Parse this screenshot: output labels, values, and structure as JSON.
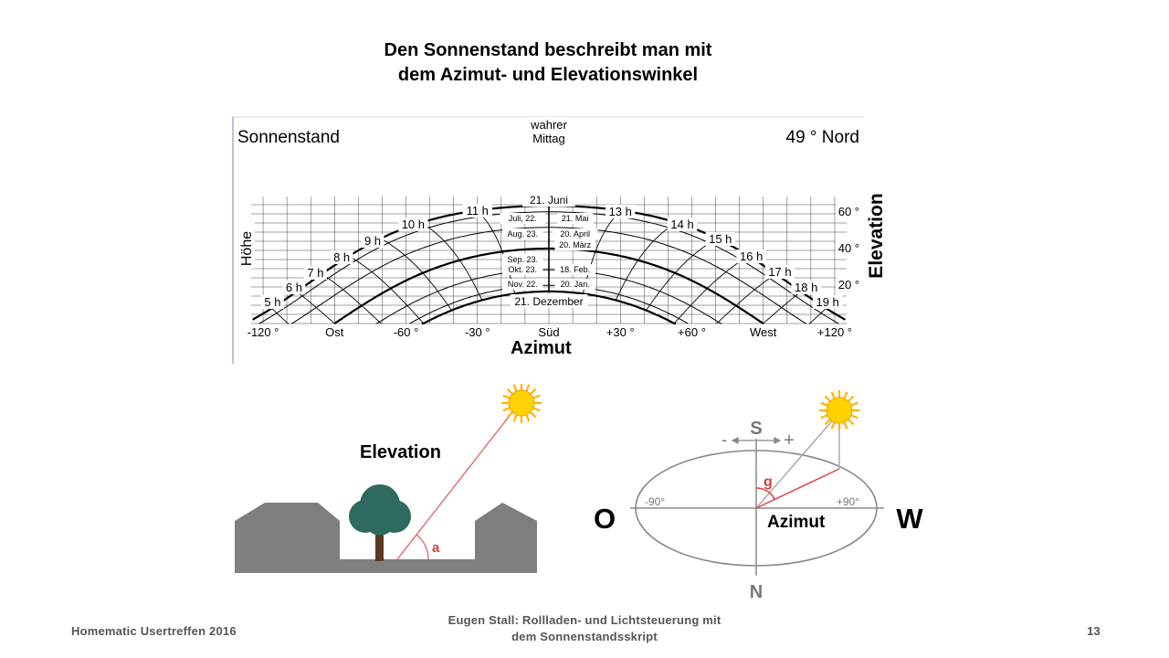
{
  "title": {
    "line1": "Den Sonnenstand beschreibt man mit",
    "line2": "dem Azimut- und Elevationswinkel"
  },
  "sunpath": {
    "heading": "Sonnenstand",
    "latitude": "49 ° Nord",
    "noon_line1": "wahrer",
    "noon_line2": "Mittag",
    "y_label": "Höhe",
    "elevation_label": "Elevation",
    "azimuth_label": "Azimut",
    "x_ticks": [
      {
        "az": -120,
        "label": "-120 °"
      },
      {
        "az": -90,
        "label": "Ost"
      },
      {
        "az": -60,
        "label": "-60 °"
      },
      {
        "az": -30,
        "label": "-30 °"
      },
      {
        "az": 0,
        "label": "Süd"
      },
      {
        "az": 30,
        "label": "+30 °"
      },
      {
        "az": 60,
        "label": "+60 °"
      },
      {
        "az": 90,
        "label": "West"
      },
      {
        "az": 120,
        "label": "+120 °"
      }
    ],
    "y_ticks": [
      {
        "el": 20,
        "label": "20 °"
      },
      {
        "el": 40,
        "label": "40 °"
      },
      {
        "el": 60,
        "label": "60 °"
      }
    ],
    "curves": [
      {
        "decl": 23.44,
        "label": "21. Juni",
        "bold": true
      },
      {
        "decl": 20.1,
        "label": "Juli, 22. | 21. Mai",
        "bold": false
      },
      {
        "decl": 11.6,
        "label": "Aug. 23. | 20. April",
        "bold": false
      },
      {
        "decl": 0,
        "label": "20. März",
        "bold": true
      },
      {
        "decl": -11.6,
        "label": "Sep. 23. | Okt. 23. | 18. Feb.",
        "bold": false
      },
      {
        "decl": -20.1,
        "label": "Nov. 22. | 20. Jan.",
        "bold": false
      },
      {
        "decl": -23.44,
        "label": "21. Dezember",
        "bold": true
      }
    ],
    "curve_labels": [
      {
        "text": "21. Juni",
        "az": 0,
        "el": 66,
        "size": 12
      },
      {
        "text": "Juli, 22.",
        "az": -11,
        "el": 56.5,
        "size": 9
      },
      {
        "text": "21. Mai",
        "az": 11,
        "el": 56.5,
        "size": 9
      },
      {
        "text": "Aug. 23.",
        "az": -11,
        "el": 48,
        "size": 9
      },
      {
        "text": "20. April",
        "az": 11,
        "el": 48,
        "size": 9
      },
      {
        "text": "20. März",
        "az": 11,
        "el": 42,
        "size": 9
      },
      {
        "text": "Sep. 23.",
        "az": -11,
        "el": 34,
        "size": 9
      },
      {
        "text": "Okt. 23.",
        "az": -11,
        "el": 28.5,
        "size": 9
      },
      {
        "text": "18. Feb.",
        "az": 11,
        "el": 28.5,
        "size": 9
      },
      {
        "text": "Nov. 22.",
        "az": -11,
        "el": 20.5,
        "size": 9
      },
      {
        "text": "20. Jan.",
        "az": 11,
        "el": 20.5,
        "size": 9
      },
      {
        "text": "21. Dezember",
        "az": 0,
        "el": 10.5,
        "size": 12
      }
    ],
    "hours": [
      {
        "label": "5 h",
        "az": -116,
        "el": 10
      },
      {
        "label": "6 h",
        "az": -107,
        "el": 18
      },
      {
        "label": "7 h",
        "az": -98,
        "el": 26
      },
      {
        "label": "8 h",
        "az": -87,
        "el": 34.5
      },
      {
        "label": "9 h",
        "az": -74,
        "el": 43.5
      },
      {
        "label": "10 h",
        "az": -57,
        "el": 52.5
      },
      {
        "label": "11 h",
        "az": -30,
        "el": 60
      },
      {
        "label": "13 h",
        "az": 30,
        "el": 59.5
      },
      {
        "label": "14 h",
        "az": 56,
        "el": 52.5
      },
      {
        "label": "15 h",
        "az": 72,
        "el": 44.5
      },
      {
        "label": "16 h",
        "az": 85,
        "el": 35
      },
      {
        "label": "17 h",
        "az": 97,
        "el": 26.5
      },
      {
        "label": "18 h",
        "az": 108,
        "el": 18
      },
      {
        "label": "19 h",
        "az": 117,
        "el": 10
      }
    ],
    "x_range": [
      -125,
      125
    ],
    "y_range": [
      0,
      70
    ],
    "grid": true,
    "latitude_value": 49
  },
  "scene": {
    "elevation_label": "Elevation",
    "angle_label": "a",
    "building_color": "#7f7f7f",
    "tree_color": "#2e6b5e",
    "trunk_color": "#5a3a22",
    "ray_color": "#e06060",
    "sun_color": "#ffd200"
  },
  "compass": {
    "south": "S",
    "north": "N",
    "east": "O",
    "west": "W",
    "minus": "-",
    "plus": "+",
    "minus90": "-90°",
    "plus90": "+90°",
    "angle_label": "g",
    "azimut_label": "Azimut",
    "ring_color": "#888888",
    "ray_color": "#e04040"
  },
  "footer": {
    "left": "Homematic Usertreffen 2016",
    "center_line1": "Eugen Stall:  Rollladen- und Lichtsteuerung mit",
    "center_line2": "dem Sonnenstandsskript",
    "page": "13"
  }
}
